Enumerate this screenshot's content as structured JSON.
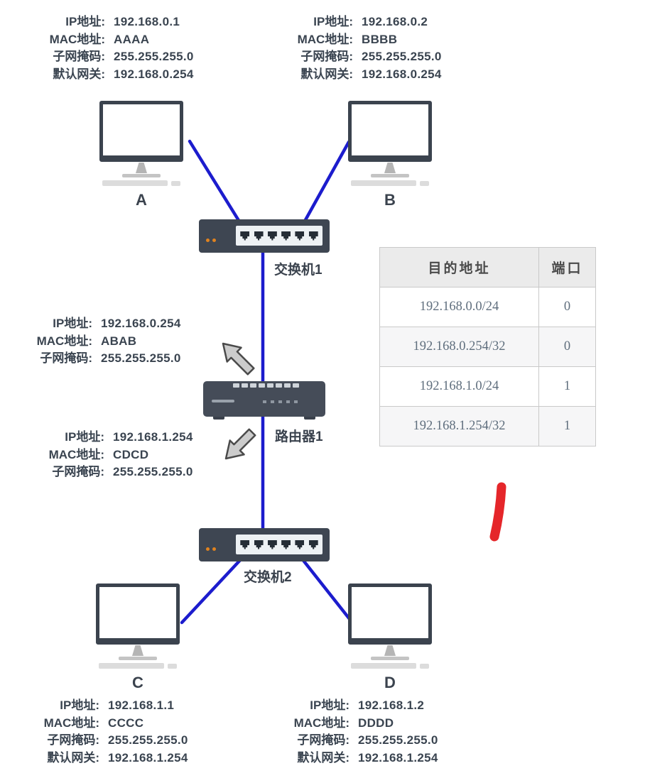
{
  "info_blocks": {
    "pc_a": {
      "lines": [
        {
          "label": "IP地址:",
          "value": "192.168.0.1"
        },
        {
          "label": "MAC地址:",
          "value": "AAAA"
        },
        {
          "label": "子网掩码:",
          "value": "255.255.255.0"
        },
        {
          "label": "默认网关:",
          "value": "192.168.0.254"
        }
      ]
    },
    "pc_b": {
      "lines": [
        {
          "label": "IP地址:",
          "value": "192.168.0.2"
        },
        {
          "label": "MAC地址:",
          "value": "BBBB"
        },
        {
          "label": "子网掩码:",
          "value": "255.255.255.0"
        },
        {
          "label": "默认网关:",
          "value": "192.168.0.254"
        }
      ]
    },
    "router_if0": {
      "lines": [
        {
          "label": "IP地址:",
          "value": "192.168.0.254"
        },
        {
          "label": "MAC地址:",
          "value": "ABAB"
        },
        {
          "label": "子网掩码:",
          "value": "255.255.255.0"
        }
      ]
    },
    "router_if1": {
      "lines": [
        {
          "label": "IP地址:",
          "value": "192.168.1.254"
        },
        {
          "label": "MAC地址:",
          "value": "CDCD"
        },
        {
          "label": "子网掩码:",
          "value": "255.255.255.0"
        }
      ]
    },
    "pc_c": {
      "lines": [
        {
          "label": "IP地址:",
          "value": "192.168.1.1"
        },
        {
          "label": "MAC地址:",
          "value": "CCCC"
        },
        {
          "label": "子网掩码:",
          "value": "255.255.255.0"
        },
        {
          "label": "默认网关:",
          "value": "192.168.1.254"
        }
      ]
    },
    "pc_d": {
      "lines": [
        {
          "label": "IP地址:",
          "value": "192.168.1.2"
        },
        {
          "label": "MAC地址:",
          "value": "DDDD"
        },
        {
          "label": "子网掩码:",
          "value": "255.255.255.0"
        },
        {
          "label": "默认网关:",
          "value": "192.168.1.254"
        }
      ]
    }
  },
  "device_labels": {
    "pc_a": "A",
    "pc_b": "B",
    "pc_c": "C",
    "pc_d": "D",
    "switch1": "交换机1",
    "router1": "路由器1",
    "switch2": "交换机2"
  },
  "routing_table": {
    "headers": [
      "目的地址",
      "端口"
    ],
    "rows": [
      [
        "192.168.0.0/24",
        "0"
      ],
      [
        "192.168.0.254/32",
        "0"
      ],
      [
        "192.168.1.0/24",
        "1"
      ],
      [
        "192.168.1.254/32",
        "1"
      ]
    ]
  },
  "colors": {
    "connection_line": "#1c1ccd",
    "device_body": "#3e4652",
    "arrow_fill": "#cccccc",
    "red_annotation": "#e5262a",
    "table_header_bg": "#ebebeb",
    "info_text": "#3a4450"
  },
  "icons": {
    "pc": "desktop-computer-icon",
    "switch": "ethernet-switch-icon",
    "router": "router-icon",
    "arrow_up_left": "arrow-up-left-icon",
    "arrow_down_left": "arrow-down-left-icon",
    "red_mark": "red-pen-stroke-mark"
  }
}
